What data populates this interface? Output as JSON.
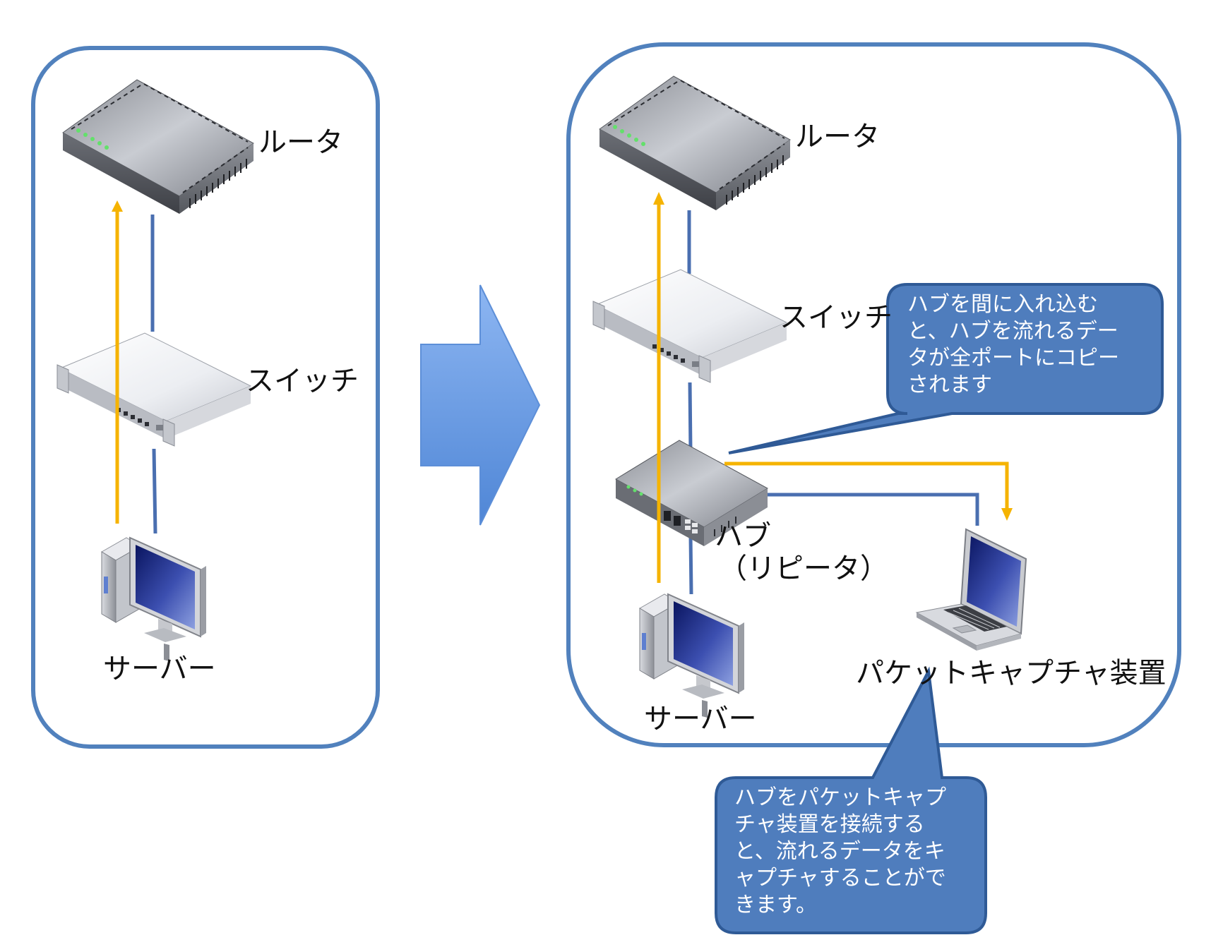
{
  "left_panel": {
    "router_label": "ルータ",
    "switch_label": "スイッチ",
    "server_label": "サーバー"
  },
  "right_panel": {
    "router_label": "ルータ",
    "switch_label": "スイッチ",
    "hub_label_line1": "ハブ",
    "hub_label_line2": "（リピータ）",
    "server_label": "サーバー",
    "capture_label": "パケットキャプチャ装置"
  },
  "callouts": {
    "hub_copy": [
      "ハブを間に入れ込む",
      "と、ハブを流れるデー",
      "タが全ポートにコピー",
      "されます"
    ],
    "capture": [
      "ハブをパケットキャプ",
      "チャ装置を接続する",
      "と、流れるデータをキ",
      "ャプチャすることがで",
      "きます。"
    ]
  },
  "colors": {
    "panel_border": "#5181bd",
    "link_line": "#4a6fb0",
    "traffic_arrow": "#f5b301",
    "callout_fill": "#4f7dbd",
    "callout_border": "#2f5a96",
    "transition_arrow": "#6f9fe0"
  },
  "icons": [
    "router-icon",
    "switch-icon",
    "hub-icon",
    "server-icon",
    "laptop-icon"
  ]
}
